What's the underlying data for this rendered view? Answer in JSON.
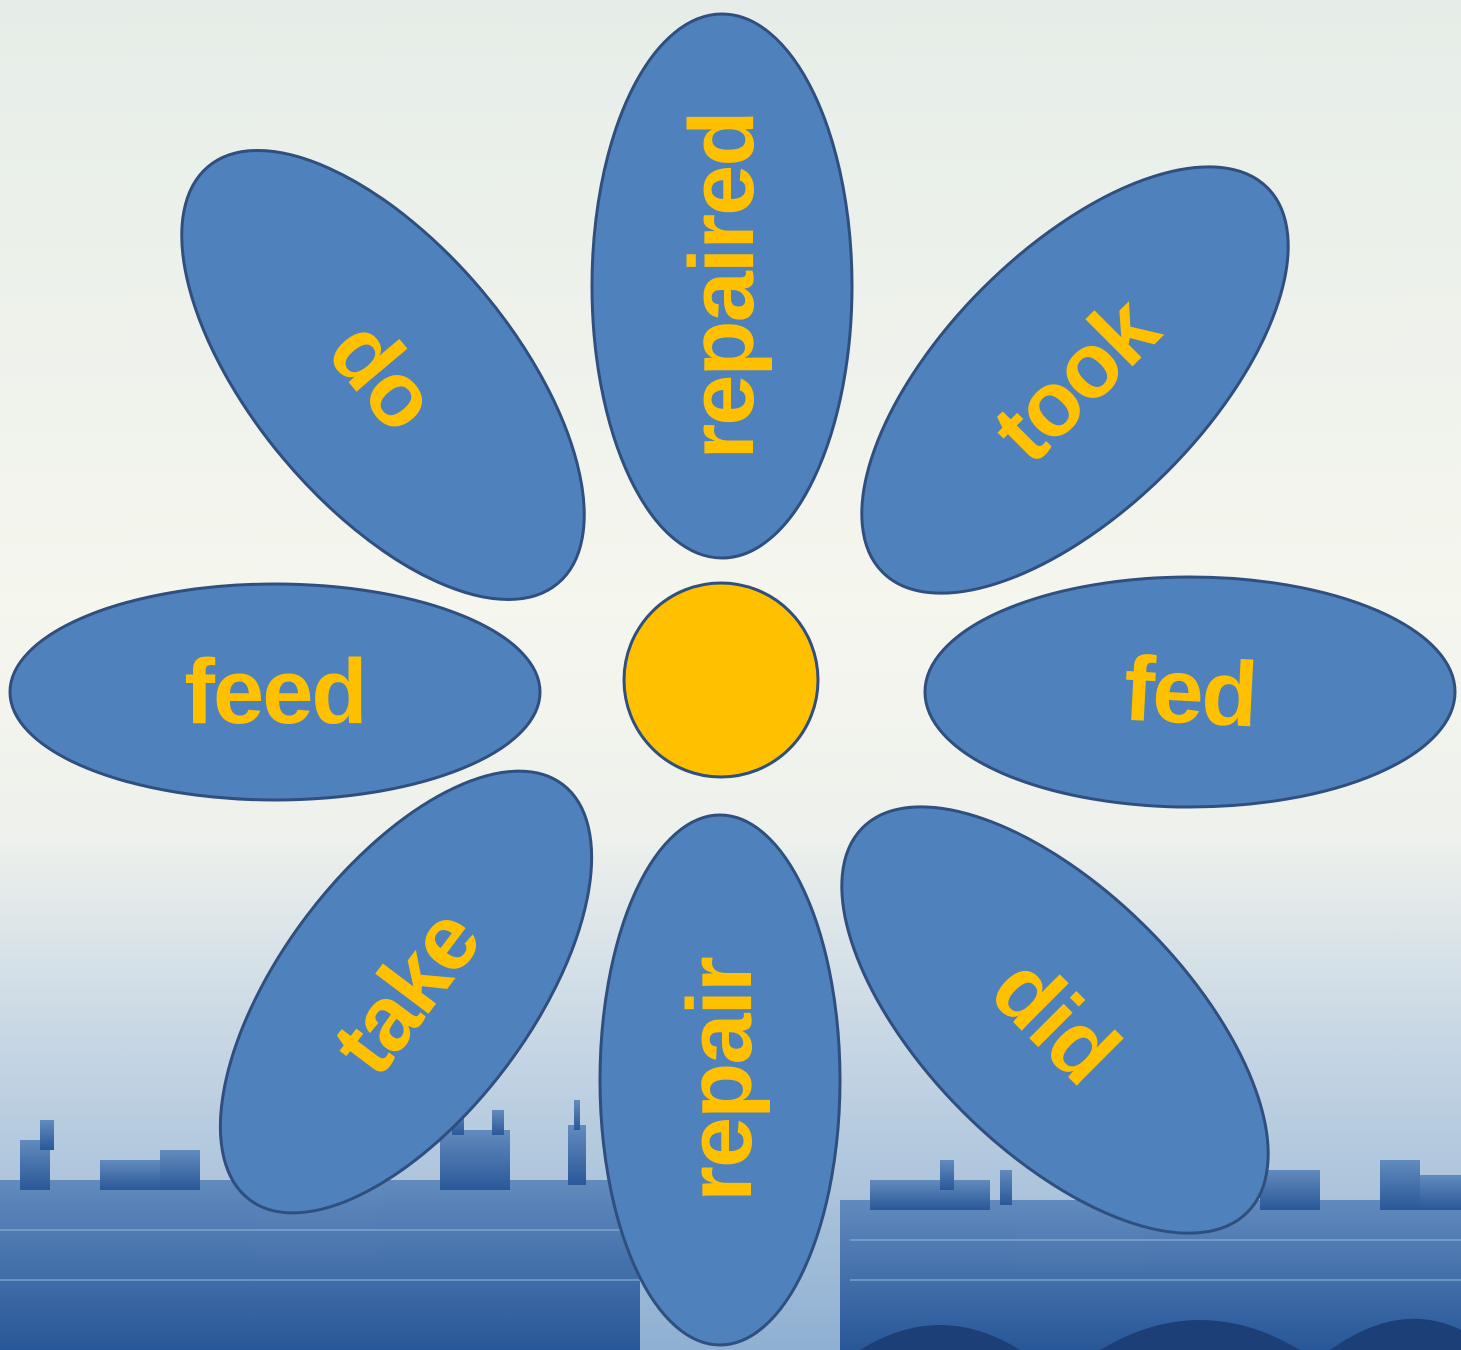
{
  "colors": {
    "petal_fill": "#4f81bd",
    "petal_stroke": "#2f4f7f",
    "center_fill": "#ffc000",
    "label_color": "#ffc000",
    "sky_top": "#e9efea",
    "sky_mid": "#f4f6ef",
    "sky_bottom": "#9ab6d4",
    "skyline": "#2d5fa3"
  },
  "flower": {
    "center_icon": "yellow-circle",
    "petals": [
      {
        "id": "top",
        "label": "repaired"
      },
      {
        "id": "top-right",
        "label": "took"
      },
      {
        "id": "right",
        "label": "fed"
      },
      {
        "id": "bottom-right",
        "label": "did"
      },
      {
        "id": "bottom",
        "label": "repair"
      },
      {
        "id": "bottom-left",
        "label": "take"
      },
      {
        "id": "left",
        "label": "feed"
      },
      {
        "id": "top-left",
        "label": "do"
      }
    ]
  }
}
